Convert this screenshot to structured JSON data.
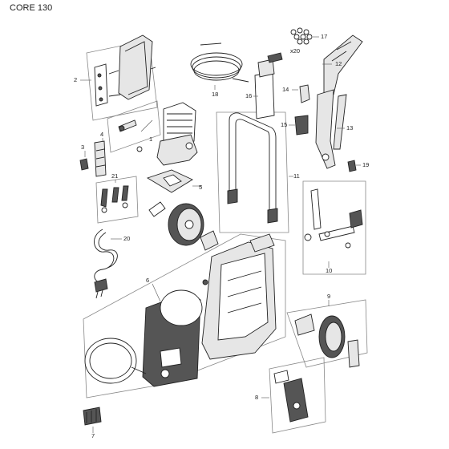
{
  "header": {
    "title": "CORE 130"
  },
  "callouts": [
    "1",
    "2",
    "3",
    "4",
    "5",
    "6",
    "7",
    "8",
    "9",
    "10",
    "11",
    "12",
    "13",
    "14",
    "15",
    "16",
    "17",
    "18",
    "19",
    "20",
    "21"
  ],
  "qty_label": "x20"
}
